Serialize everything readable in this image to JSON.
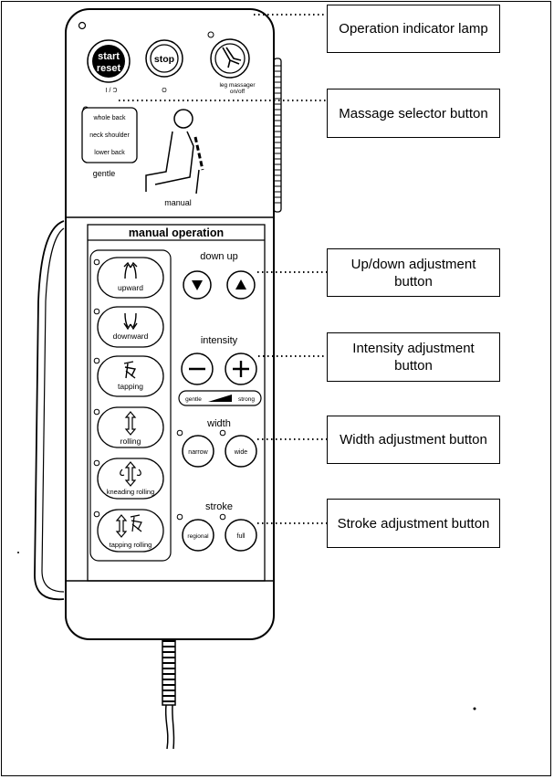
{
  "callouts": {
    "operation_indicator_lamp": "Operation indicator lamp",
    "massage_selector_button": "Massage selector button",
    "updown_adjustment_button": "Up/down adjustment button",
    "intensity_adjustment_button": "Intensity adjustment button",
    "width_adjustment_button": "Width adjustment button",
    "stroke_adjustment_button": "Stroke adjustment button"
  },
  "remote": {
    "top_buttons": {
      "start_line1": "start",
      "start_line2": "reset",
      "stop": "stop",
      "leg_massager_line1": "leg massager",
      "leg_massager_line2": "on/off",
      "label_io": "I / Ɔ",
      "label_o": "O"
    },
    "selector": {
      "whole_back": "whole back",
      "neck_shoulder": "neck shoulder",
      "lower_back": "lower back",
      "gentle": "gentle",
      "manual": "manual"
    },
    "manual_operation": {
      "title": "manual operation",
      "modes": [
        "upward",
        "downward",
        "tapping",
        "rolling",
        "kneading rolling",
        "tapping rolling"
      ],
      "down_up_label": "down up",
      "intensity_label": "intensity",
      "gentle": "gentle",
      "strong": "strong",
      "width_label": "width",
      "narrow": "narrow",
      "wide": "wide",
      "stroke_label": "stroke",
      "regional": "regional",
      "full": "full"
    }
  },
  "icons": {
    "down_button_icon": "triangle-down-icon",
    "up_button_icon": "triangle-up-icon",
    "minus_icon": "minus-icon",
    "plus_icon": "plus-icon"
  }
}
